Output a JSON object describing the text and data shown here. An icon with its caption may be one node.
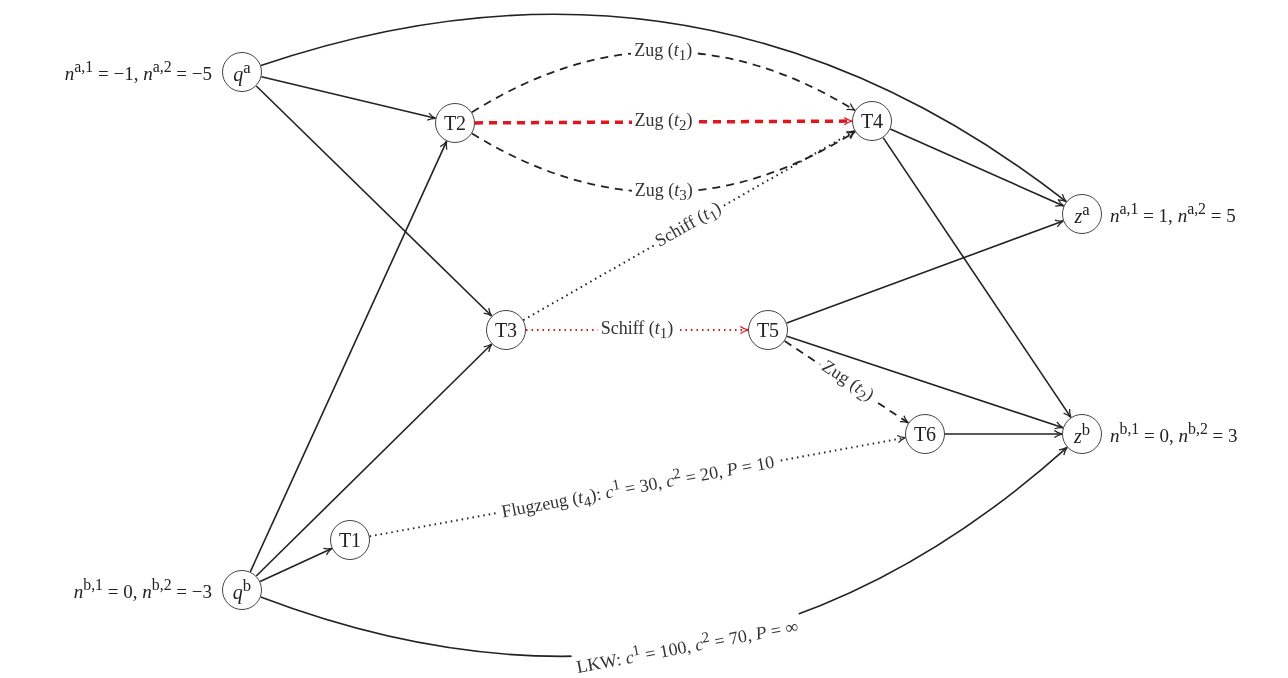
{
  "diagram": {
    "nodes": [
      {
        "text": [
          "*q*$^{a}$"
        ],
        "beside": [
          "*n*$^{a,1}$ = −1, *n*$^{a,2}$ = −5"
        ]
      },
      {
        "text": [
          "T2"
        ]
      },
      {
        "text": [
          "T4"
        ]
      },
      {
        "text": [
          "*z*$^{a}$"
        ],
        "beside": [
          "*n*$^{a,1}$ = 1, *n*$^{a,2}$ = 5"
        ]
      },
      {
        "text": [
          "T3"
        ]
      },
      {
        "text": [
          "T5"
        ]
      },
      {
        "text": [
          "T6"
        ]
      },
      {
        "text": [
          "*z*$^{b}$"
        ],
        "beside": [
          "*n*$^{b,1}$ = 0, *n*$^{b,2}$ = 3"
        ]
      },
      {
        "text": [
          "T1"
        ]
      },
      {
        "text": [
          "*q*$^{b}$"
        ],
        "beside": [
          "*n*$^{b,1}$ = 0, *n*$^{b,2}$ = −3"
        ]
      }
    ],
    "edges": [
      {
        "from": 0,
        "to": 3,
        "arrow": "to"
      },
      {
        "from": 0,
        "to": 1,
        "arrow": "to"
      },
      {
        "from": 0,
        "to": 4,
        "arrow": "to"
      },
      {
        "from": 1,
        "to": 2,
        "arrow": "to",
        "label": "Zug (*t*$_{1}$)",
        "style": "dashed"
      },
      {
        "from": 1,
        "to": 2,
        "arrow": "to",
        "label": "Zug (*t*$_{2}$)",
        "style": "dashed",
        "color": "#e8141c"
      },
      {
        "from": 1,
        "to": 2,
        "arrow": "to",
        "label": "Zug (*t*$_{3}$)",
        "style": "dashed"
      },
      {
        "from": 4,
        "to": 2,
        "arrow": "to",
        "label": "Schiff (*t*$_{1}$)",
        "style": "dashed"
      },
      {
        "from": 4,
        "to": 5,
        "arrow": "to",
        "label": "Schiff (*t*$_{1}$)",
        "style": "dashed",
        "color": "#e8141c"
      },
      {
        "from": 2,
        "to": 3,
        "arrow": "to"
      },
      {
        "from": 2,
        "to": 7,
        "arrow": "to"
      },
      {
        "from": 5,
        "to": 3,
        "arrow": "to"
      },
      {
        "from": 5,
        "to": 7,
        "arrow": "to"
      },
      {
        "from": 5,
        "to": 6,
        "arrow": "to",
        "label": "Zug (*t*$_{2}$)",
        "style": "dashed"
      },
      {
        "from": 6,
        "to": 7,
        "arrow": "to"
      },
      {
        "from": 8,
        "to": 6,
        "arrow": "to",
        "label": "Flugzeug (*t*$_{4}$): *c*$^{1}$ = 30, *c*$^{2}$ = 20, *P* = 10",
        "style": "dashed"
      },
      {
        "from": 9,
        "to": 8,
        "arrow": "to"
      },
      {
        "from": 9,
        "to": 1,
        "arrow": "to"
      },
      {
        "from": 9,
        "to": 4,
        "arrow": "to"
      },
      {
        "from": 9,
        "to": 7,
        "arrow": "to",
        "label": "LKW: *c*$^{1}$ = 100, *c*$^{2}$ = 70, *P* = ∞"
      }
    ]
  }
}
